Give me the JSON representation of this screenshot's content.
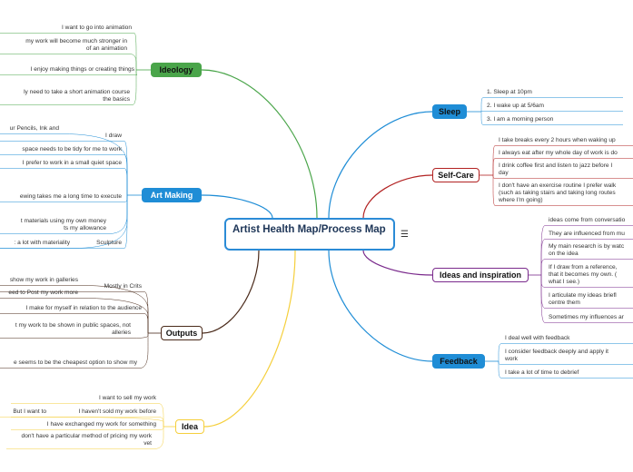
{
  "central": {
    "title": "Artist Health Map/Process Map"
  },
  "icons": {
    "notes": "menu-icon"
  },
  "colors": {
    "ideology": "#4aa54a",
    "art_making": "#1f8dd6",
    "outputs": "#4a2a1a",
    "idea": "#f5cf3c",
    "sleep": "#1f8dd6",
    "self_care": "#b22222",
    "ideas": "#7a2a8c",
    "feedback": "#1f8dd6"
  },
  "branches": {
    "ideology": {
      "label": "Ideology",
      "items": [
        [
          "I want to go into animation"
        ],
        [
          "my work will become much stronger in",
          "of an animation"
        ],
        [
          "I enjoy making things or creating things"
        ],
        [
          "ly need to take a short animation course",
          "the basics"
        ]
      ]
    },
    "art_making": {
      "label": "Art Making",
      "items": [
        [
          "ur Pencils, Ink and"
        ],
        [
          "I draw"
        ],
        [
          "space needs to be tidy for me to work"
        ],
        [
          "I prefer to work in a small quiet space"
        ],
        [
          "ewing takes me a long time to execute"
        ],
        [
          "t materials using my own money",
          "ts my allowance"
        ],
        [
          ": a lot with materiality"
        ],
        [
          "Sculpture"
        ]
      ]
    },
    "outputs": {
      "label": "Outputs",
      "items": [
        [
          "show my work in galleries"
        ],
        [
          "Mostly in Crits"
        ],
        [
          "eed to Post my work more"
        ],
        [
          "I make for myself in relation to the audience"
        ],
        [
          "t my work to be shown in public spaces, not",
          "alleries"
        ],
        [
          "e seems to be the cheapest option to show my"
        ]
      ]
    },
    "idea": {
      "label": "Idea",
      "items": [
        [
          "I want to sell my work"
        ],
        [
          "But I want to"
        ],
        [
          "I haven't sold my work before"
        ],
        [
          "I have exchanged my work for something"
        ],
        [
          "don't have a particular method of pricing my work",
          "vet"
        ]
      ]
    },
    "sleep": {
      "label": "Sleep",
      "items": [
        [
          "1. Sleep at 10pm"
        ],
        [
          "2. I wake up at 5/6am"
        ],
        [
          "3. I am a morning person"
        ]
      ]
    },
    "self_care": {
      "label": "Self-Care",
      "items": [
        [
          "I take breaks every 2 hours when waking up"
        ],
        [
          "I always eat after my whole day of work is do"
        ],
        [
          "I drink coffee first and listen to jazz before I",
          "day"
        ],
        [
          "I don't have an exercise routine I prefer walk",
          "(such as taking stairs and taking long routes",
          "where I'm going)"
        ]
      ]
    },
    "ideas": {
      "label": "Ideas and inspiration",
      "items": [
        [
          "ideas come from conversatio"
        ],
        [
          "They are influenced from mu"
        ],
        [
          "My main research is by watc",
          "on the idea"
        ],
        [
          "If I draw from a reference,",
          "that it becomes my own. (",
          "what I see.)"
        ],
        [
          "I articulate my ideas briefl",
          "centre them"
        ],
        [
          "Sometimes my influences ar"
        ]
      ]
    },
    "feedback": {
      "label": "Feedback",
      "items": [
        [
          "I deal well with feedback"
        ],
        [
          "I consider feedback deeply and apply it",
          "work"
        ],
        [
          "I take a lot of time to debrief"
        ]
      ]
    }
  }
}
